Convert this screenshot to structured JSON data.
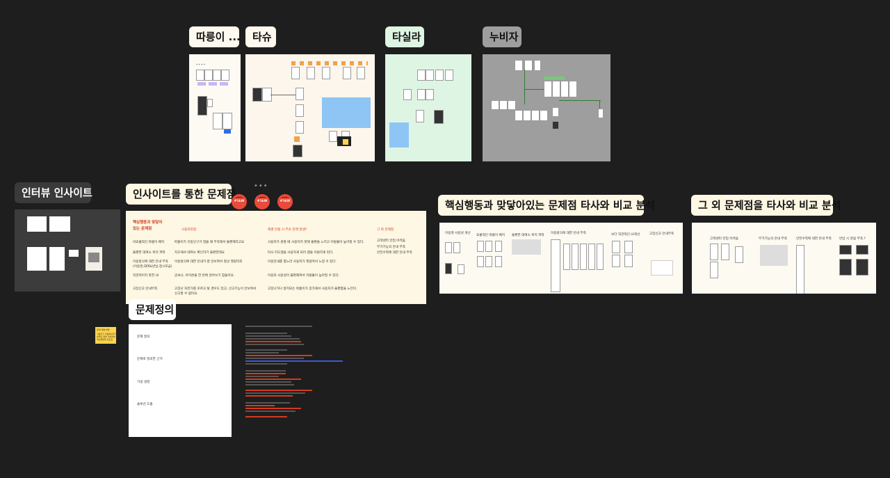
{
  "competitors": {
    "ddareungi": "따릉이 ...",
    "tashu": "타슈",
    "tasilla": "타실라",
    "nubija": "누비자"
  },
  "sections": {
    "interview_insight": "인터뷰 인사이트",
    "insight_problems": "인사이트를 통한 문제점",
    "core_action_compare": "핵심행동과 맞닿아있는 문제점 타사와 비교 분석",
    "other_problems_compare": "그 외 문제점을 타사와 비교 분석",
    "problem_definition": "문제정의"
  },
  "more_dots": "•••",
  "emojis": [
    "#!&W",
    "#!&W",
    "#!&W"
  ],
  "insight_table": {
    "title_line1": "핵심행동과 맞닿아",
    "title_line2": "있는 문제점",
    "col_user": "사용자관점",
    "col_why": "해결 안될 시 무슨 문제 발생?",
    "rows": [
      {
        "name": "비효율적인 따릉이 배치",
        "user": "따릉이가 유동인구가 많을 때 부족해서 불편해하고요",
        "why": "사용자가 원할 때 사용하지 못해 불편을 느끼고 이탈율이 높아질 수 있다."
      },
      {
        "name": "불편한 대여소 위치 파악",
        "user": "지도에서 대여소 확인하기 불편한데요",
        "why": "타사 지도앱을 사용하게 되어 앱을 이탈하게 된다."
      },
      {
        "name": "이용방식에 대한 안내 부족",
        "name2": "(이용권,대여&반납,정시모급)",
        "user": "이용방식에 대한 안내가 잘 안보여서 항상 헷갈리죠",
        "why": "이용안내를 찾느라 사용자가 헷갈려서 느낄 수 있다."
      },
      {
        "name": "직관적이지 못한 UI",
        "user": "글씨나, 아이콘을 한 번에 알아보기 힘들어요.",
        "why": "이용자 사용성이 불편해져서 이탈율이 높아질 수 있다."
      },
      {
        "name": "고장신고 안내부족",
        "user": "고장난 자전거를 모르고 탈 경우도 있고, 신고기능이 안보여서",
        "user2": "신고할 수 없어요.",
        "why": "고장나거나 방치되는 따릉이가 증가해서 사용자가 불편함을 느낀다."
      }
    ],
    "other_title": "그 외 문제점",
    "other_items": [
      "고객센터 안입 어려움",
      "부가기능의 안내 부족",
      "안전수칙에 대한 안내 부족"
    ]
  },
  "core_compare_labels": [
    "이용권 사용성 개선",
    "효율적인 따릉이 배치",
    "불편한 대여소 위치 파악",
    "이용방식에 대한 안내 부족",
    "보다 직관적인 UI개선",
    "고장신고 안내부족"
  ],
  "other_compare_labels": [
    "고객센터 안입 어려움",
    "부가기능의 안내 부족",
    "안전수칙에 대한 안내 부족",
    "반납 시 알림 부족.?"
  ],
  "problem_def_labels": [
    "문제 정의",
    "문제로 정의한 근거",
    "가설 설정",
    "솔루션 도출"
  ],
  "small_sticky_text": [
    "문제 해결 방법",
    "사용자가 이용하는데 있어",
    "부족한 점을 개선하여",
    "핵심행동을 유도함"
  ],
  "colors": {
    "background": "#1e1e1e",
    "tashu_frame": "#fdf6ec",
    "tasilla_frame": "#dff5e4",
    "nubija_frame": "#9e9e9e",
    "insight_table_bg": "#fdf7e3",
    "accent_red": "#d23b1e",
    "sticky_yellow": "#ffd54a"
  }
}
